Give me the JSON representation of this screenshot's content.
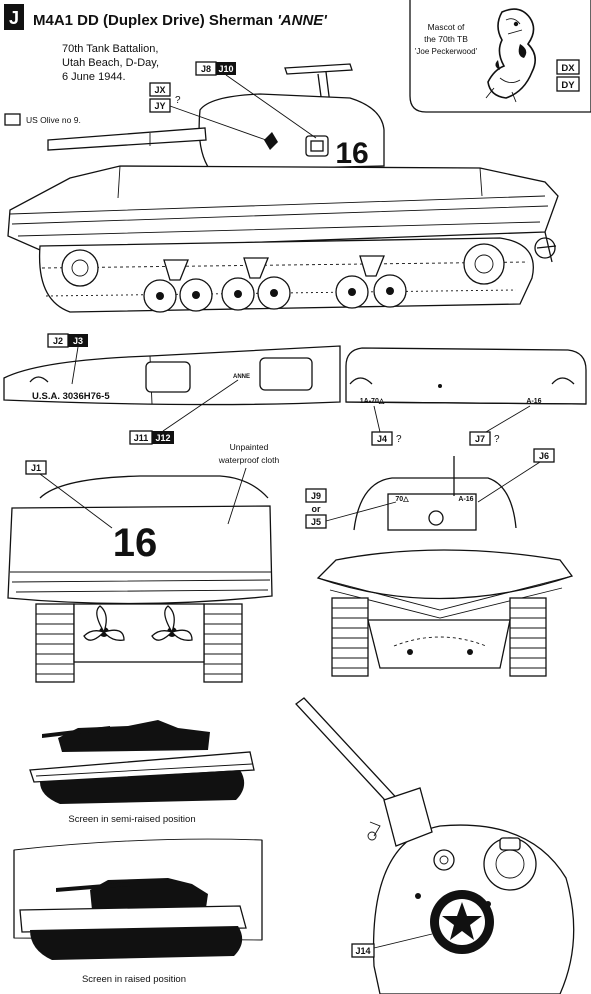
{
  "plate": {
    "letter": "J",
    "title": "M4A1 DD (Duplex Drive) Sherman ",
    "name": "'ANNE'",
    "unit": "70th Tank Battalion,",
    "place": "Utah Beach, D-Day,",
    "date": "6 June 1944."
  },
  "color_key": {
    "label": "US Olive no 9."
  },
  "mascot": {
    "line1": "Mascot of",
    "line2": "the 70th TB",
    "line3": "'Joe Peckerwood'",
    "tags": [
      "DX",
      "DY"
    ]
  },
  "side_view": {
    "turret_number": "16",
    "tags": {
      "j8": "J8",
      "j10": "J10",
      "jx": "JX",
      "jy": "JY",
      "q": "?"
    }
  },
  "screen_detail": {
    "tags": {
      "j2": "J2",
      "j3": "J3",
      "j11": "J11",
      "j12": "J12"
    },
    "serial": "U.S.A.   3036H76-5",
    "name_small": "ANNE"
  },
  "rear_plate": {
    "left_marking": "1A-70△",
    "right_marking": "A-16",
    "tags": {
      "j4": "J4",
      "j7": "J7",
      "q": "?"
    }
  },
  "rear_view": {
    "tag": "J1",
    "number": "16",
    "note_line1": "Unpainted",
    "note_line2": "waterproof cloth"
  },
  "front_view": {
    "tags": {
      "j9": "J9",
      "or": "or",
      "j5": "J5",
      "j6": "J6"
    },
    "left_marking": "70△",
    "right_marking": "A-16"
  },
  "captions": {
    "semi": "Screen in semi-raised position",
    "raised": "Screen in raised position"
  },
  "top_view": {
    "tag": "J14"
  },
  "palette": {
    "ink": "#111111",
    "paper": "#ffffff"
  }
}
